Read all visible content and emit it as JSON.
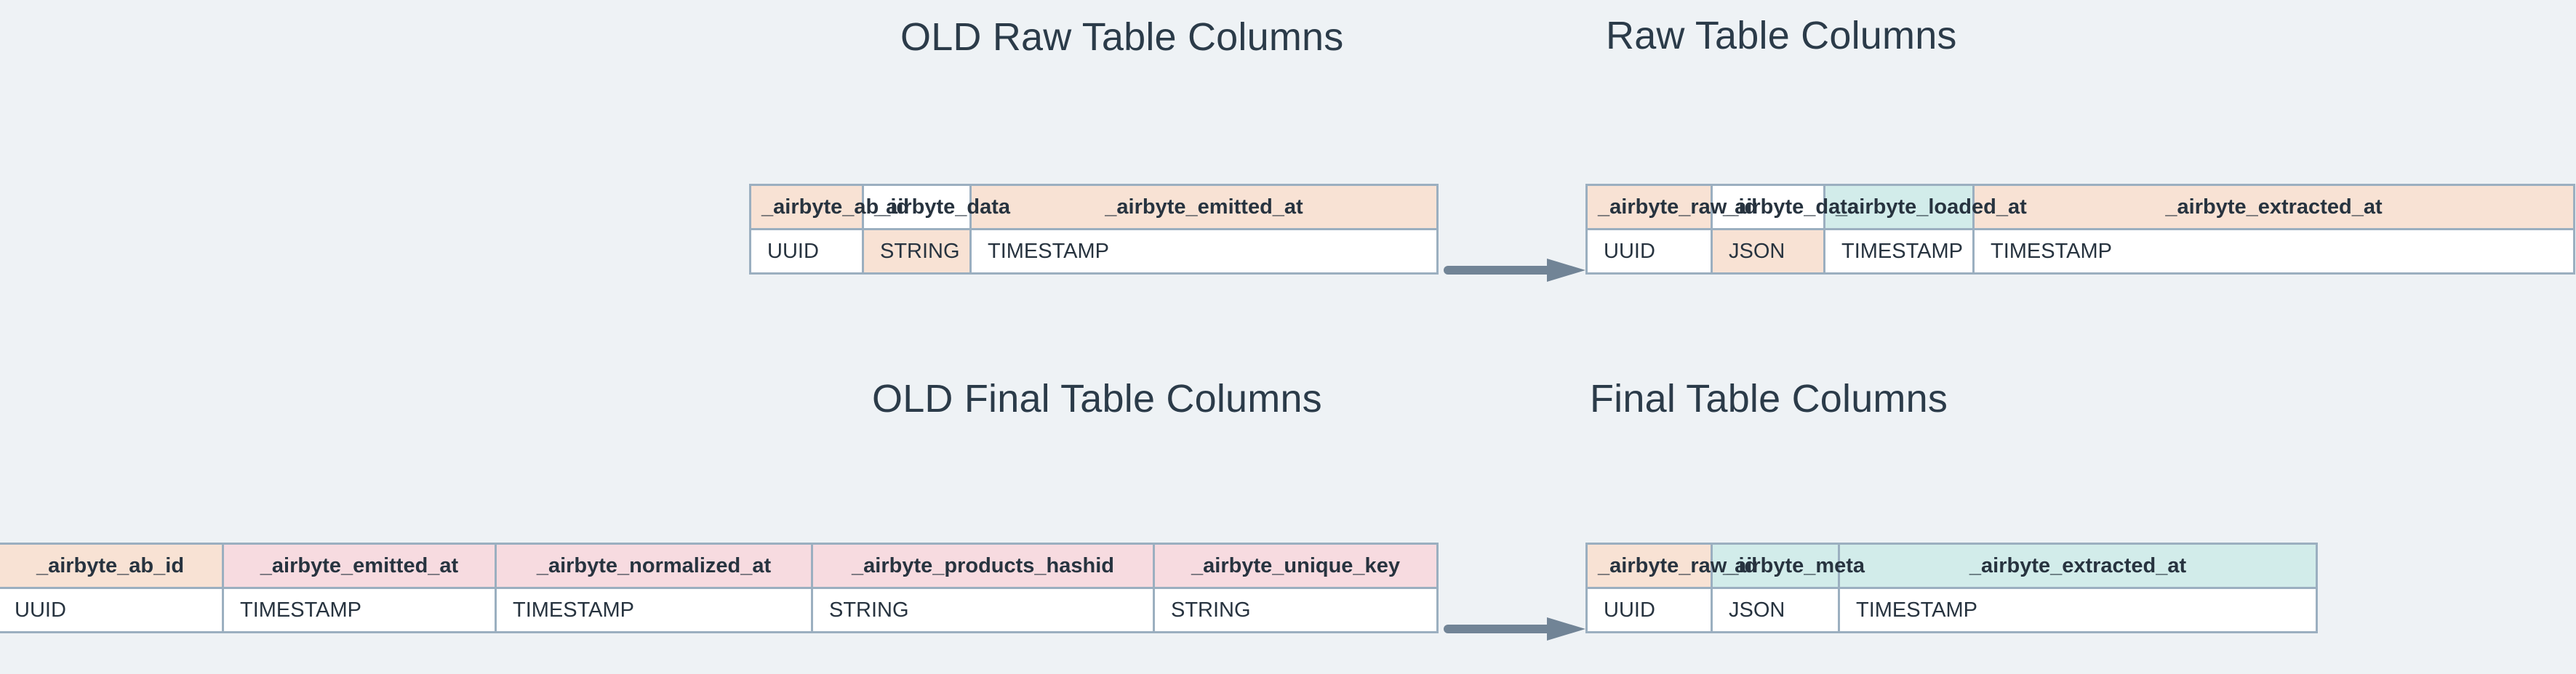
{
  "background_color": "#eef2f5",
  "palette": {
    "peach": "#f8e2d4",
    "teal": "#d2ecea",
    "pink": "#f7dbe0",
    "white": "#ffffff",
    "border": "#9bafc0",
    "text": "#27333f",
    "title_text": "#2b3b49",
    "arrow": "#718496"
  },
  "sections": {
    "old_raw": {
      "title": "OLD Raw Table Columns"
    },
    "new_raw": {
      "title": "Raw Table Columns"
    },
    "old_final": {
      "title": "OLD Final Table Columns"
    },
    "new_final": {
      "title": "Final Table Columns"
    }
  },
  "tables": {
    "old_raw": {
      "headers": [
        {
          "label": "_airbyte_ab_id",
          "fill": "peach"
        },
        {
          "label": "_airbyte_data",
          "fill": "white"
        },
        {
          "label": "_airbyte_emitted_at",
          "fill": "peach"
        }
      ],
      "types": [
        {
          "label": "UUID",
          "fill": "white"
        },
        {
          "label": "STRING",
          "fill": "peach"
        },
        {
          "label": "TIMESTAMP",
          "fill": "white"
        }
      ]
    },
    "new_raw": {
      "headers": [
        {
          "label": "_airbyte_raw_id",
          "fill": "peach"
        },
        {
          "label": "_airbyte_data",
          "fill": "white"
        },
        {
          "label": "_airbyte_loaded_at",
          "fill": "teal"
        },
        {
          "label": "_airbyte_extracted_at",
          "fill": "peach"
        }
      ],
      "types": [
        {
          "label": "UUID",
          "fill": "white"
        },
        {
          "label": "JSON",
          "fill": "peach"
        },
        {
          "label": "TIMESTAMP",
          "fill": "white"
        },
        {
          "label": "TIMESTAMP",
          "fill": "white"
        }
      ]
    },
    "old_final": {
      "headers": [
        {
          "label": "_airbyte_ab_id",
          "fill": "peach"
        },
        {
          "label": "_airbyte_emitted_at",
          "fill": "pink"
        },
        {
          "label": "_airbyte_normalized_at",
          "fill": "pink"
        },
        {
          "label": "_airbyte_products_hashid",
          "fill": "pink"
        },
        {
          "label": "_airbyte_unique_key",
          "fill": "pink"
        }
      ],
      "types": [
        {
          "label": "UUID",
          "fill": "white"
        },
        {
          "label": "TIMESTAMP",
          "fill": "white"
        },
        {
          "label": "TIMESTAMP",
          "fill": "white"
        },
        {
          "label": "STRING",
          "fill": "white"
        },
        {
          "label": "STRING",
          "fill": "white"
        }
      ]
    },
    "new_final": {
      "headers": [
        {
          "label": "_airbyte_raw_id",
          "fill": "peach"
        },
        {
          "label": "_airbyte_meta",
          "fill": "teal"
        },
        {
          "label": "_airbyte_extracted_at",
          "fill": "teal"
        }
      ],
      "types": [
        {
          "label": "UUID",
          "fill": "white"
        },
        {
          "label": "JSON",
          "fill": "white"
        },
        {
          "label": "TIMESTAMP",
          "fill": "white"
        }
      ]
    }
  },
  "arrows": {
    "raw": {
      "direction": "right"
    },
    "final": {
      "direction": "right"
    }
  }
}
